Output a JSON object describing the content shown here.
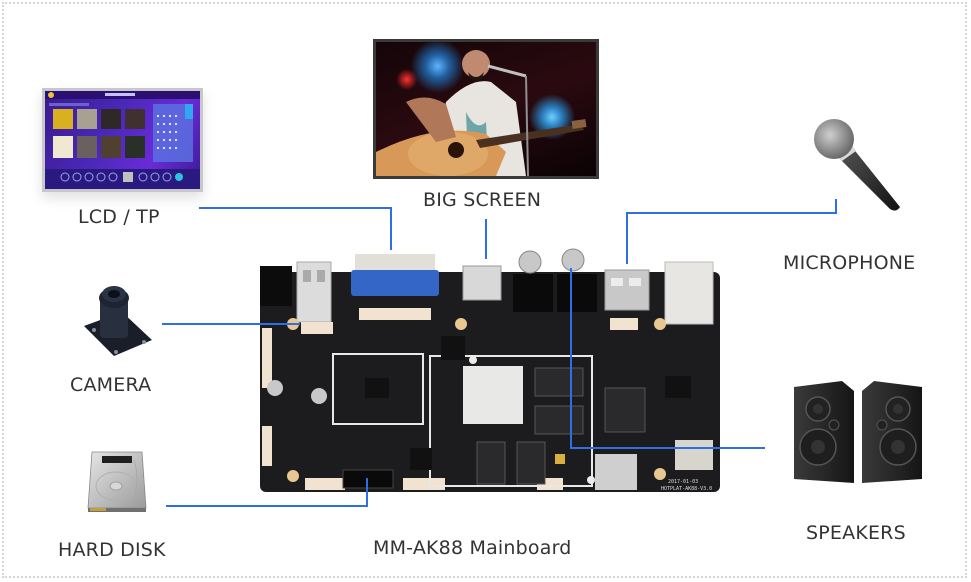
{
  "diagram": {
    "title": "MM-AK88 Mainboard",
    "accent_color": "#2f6fe6",
    "text_color": "#333333",
    "peripherals": [
      {
        "id": "lcd",
        "label": "LCD / TP",
        "icon": "lcd-touch-panel-icon"
      },
      {
        "id": "big_screen",
        "label": "BIG SCREEN",
        "icon": "big-screen-icon"
      },
      {
        "id": "microphone",
        "label": "MICROPHONE",
        "icon": "microphone-icon"
      },
      {
        "id": "camera",
        "label": "CAMERA",
        "icon": "camera-module-icon"
      },
      {
        "id": "hard_disk",
        "label": "HARD DISK",
        "icon": "hard-disk-icon"
      },
      {
        "id": "speakers",
        "label": "SPEAKERS",
        "icon": "speakers-icon"
      }
    ],
    "board": {
      "label": "MM-AK88 Mainboard",
      "silkscreen_date": "2017-01-03",
      "silkscreen_model": "HOTPLAT-AK88-V3.0"
    }
  }
}
